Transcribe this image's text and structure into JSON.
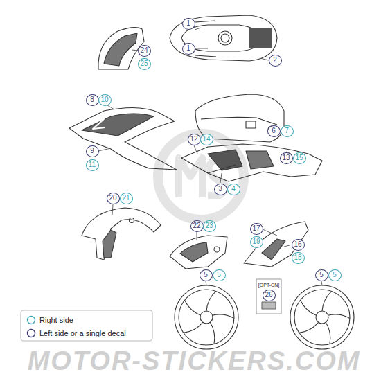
{
  "diagram": {
    "labels": [
      "1",
      "1",
      "24",
      "25",
      "2",
      "8",
      "10",
      "6",
      "7",
      "12",
      "14",
      "9",
      "13",
      "15",
      "11",
      "3",
      "4",
      "20",
      "21",
      "22",
      "23",
      "17",
      "19",
      "16",
      "18",
      "5",
      "5",
      "5",
      "5",
      "[OPT-CN]",
      "26",
      "MOTOR-STICKERS.COM"
    ],
    "legend": [
      {
        "text": "Right side"
      },
      {
        "text": "Left side or a single decal"
      }
    ]
  }
}
